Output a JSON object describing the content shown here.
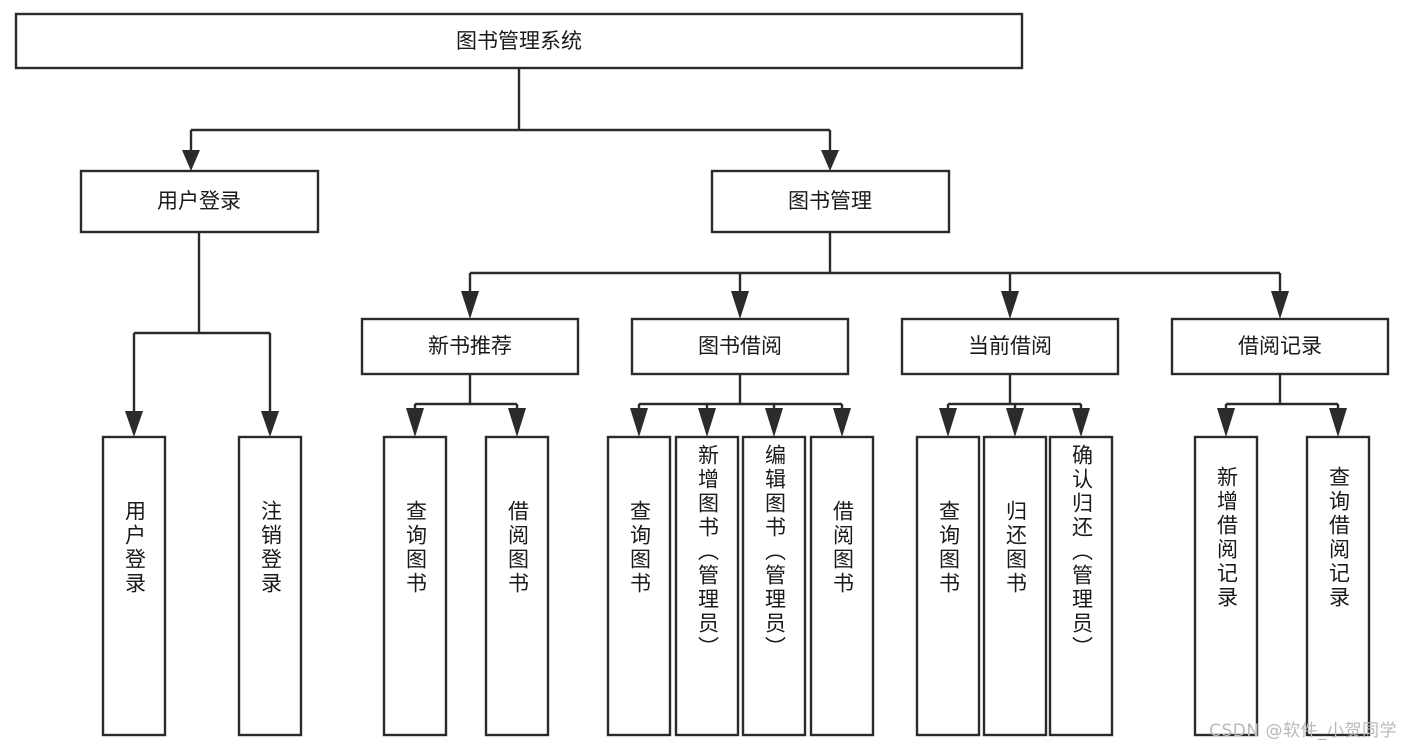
{
  "diagram": {
    "type": "tree-hierarchy-chart",
    "title": "图书管理系统",
    "root": {
      "id": "root",
      "label": "图书管理系统"
    },
    "level2": [
      {
        "id": "user-login",
        "label": "用户登录"
      },
      {
        "id": "book-manage",
        "label": "图书管理"
      }
    ],
    "level3": [
      {
        "id": "new-book-recommend",
        "label": "新书推荐",
        "parent": "book-manage"
      },
      {
        "id": "book-borrow",
        "label": "图书借阅",
        "parent": "book-manage"
      },
      {
        "id": "current-borrow",
        "label": "当前借阅",
        "parent": "book-manage"
      },
      {
        "id": "borrow-record",
        "label": "借阅记录",
        "parent": "book-manage"
      }
    ],
    "leaves": {
      "user-login": [
        {
          "id": "leaf-user-login",
          "label": "用户登录"
        },
        {
          "id": "leaf-user-logout",
          "label": "注销登录"
        }
      ],
      "new-book-recommend": [
        {
          "id": "leaf-query-book-1",
          "label": "查询图书"
        },
        {
          "id": "leaf-borrow-book-1",
          "label": "借阅图书"
        }
      ],
      "book-borrow": [
        {
          "id": "leaf-query-book-2",
          "label": "查询图书"
        },
        {
          "id": "leaf-add-book",
          "label": "新增图书（管理员）"
        },
        {
          "id": "leaf-edit-book",
          "label": "编辑图书（管理员）"
        },
        {
          "id": "leaf-borrow-book-2",
          "label": "借阅图书"
        }
      ],
      "current-borrow": [
        {
          "id": "leaf-query-book-3",
          "label": "查询图书"
        },
        {
          "id": "leaf-return-book",
          "label": "归还图书"
        },
        {
          "id": "leaf-confirm-return",
          "label": "确认归还（管理员）"
        }
      ],
      "borrow-record": [
        {
          "id": "leaf-add-record",
          "label": "新增借阅记录"
        },
        {
          "id": "leaf-query-record",
          "label": "查询借阅记录"
        }
      ]
    },
    "colors": {
      "box_stroke": "#2b2b2b",
      "box_fill": "#ffffff",
      "text": "#1a1a1a",
      "connector": "#2b2b2b",
      "background": "#ffffff",
      "watermark": "#b9b9b9"
    }
  },
  "watermark": {
    "text": "CSDN @软件_小贺同学"
  }
}
